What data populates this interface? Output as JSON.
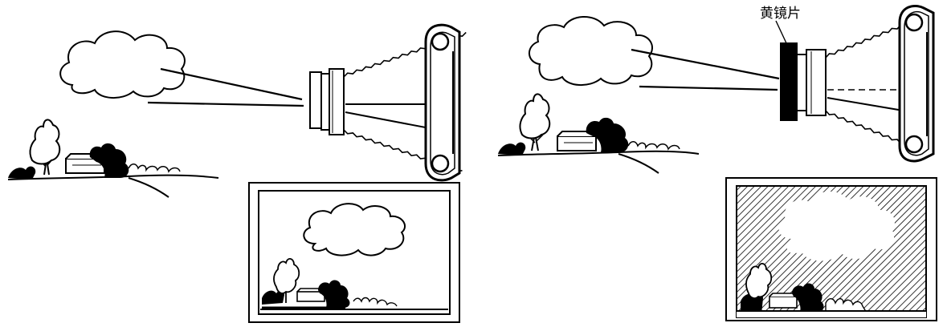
{
  "labels": {
    "filter_label": "黄镜片"
  },
  "colors": {
    "ink": "#000000",
    "paper": "#ffffff"
  },
  "panels": [
    {
      "name": "without-filter",
      "filter": false
    },
    {
      "name": "with-yellow-filter",
      "filter": true
    }
  ]
}
